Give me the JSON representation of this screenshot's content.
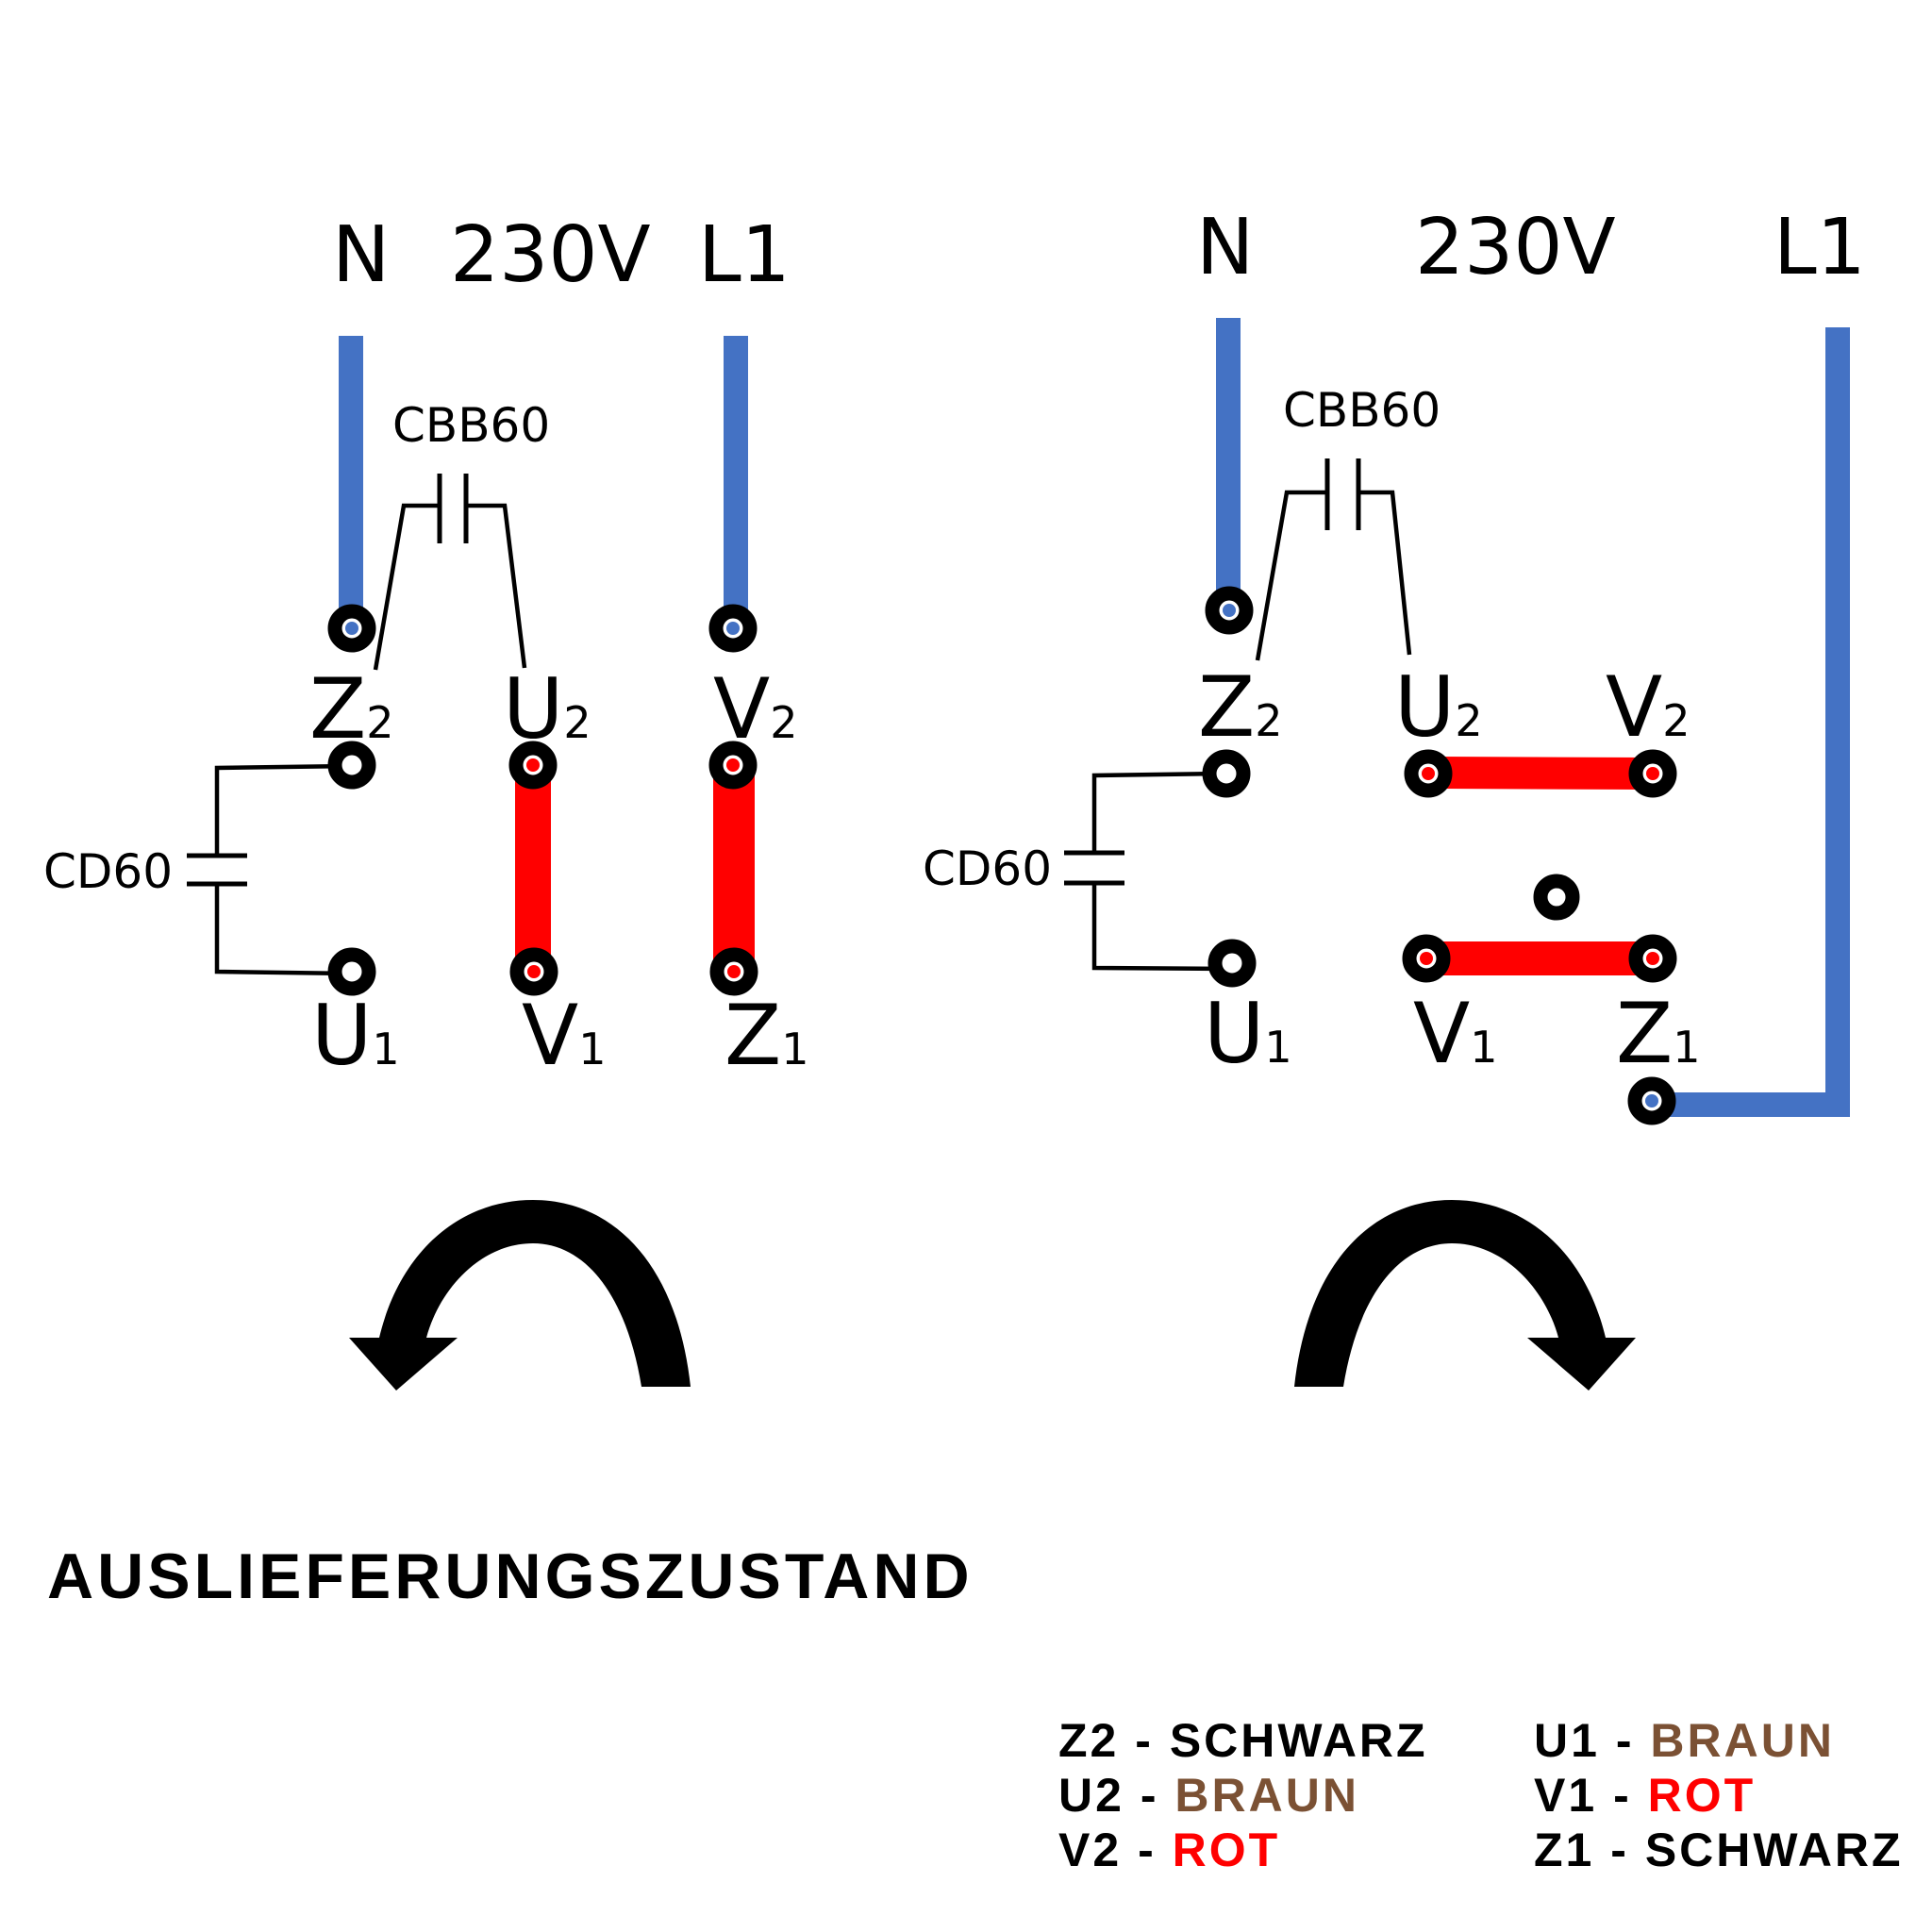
{
  "diagrams": [
    {
      "id": "left",
      "supply": {
        "neutral": "N",
        "voltage": "230V",
        "line": "L1"
      },
      "run_capacitor": "CBB60",
      "start_capacitor": "CD60",
      "terminals": {
        "z2": "Z",
        "u2": "U",
        "v2": "V",
        "u1": "U",
        "v1": "V",
        "z1": "Z",
        "sub2": "2",
        "sub1": "1"
      },
      "rotation": "counterclockwise"
    },
    {
      "id": "right",
      "supply": {
        "neutral": "N",
        "voltage": "230V",
        "line": "L1"
      },
      "run_capacitor": "CBB60",
      "start_capacitor": "CD60",
      "terminals": {
        "z2": "Z",
        "u2": "U",
        "v2": "V",
        "u1": "U",
        "v1": "V",
        "z1": "Z",
        "sub2": "2",
        "sub1": "1"
      },
      "rotation": "clockwise"
    }
  ],
  "caption": "AUSLIEFERUNGSZUSTAND",
  "legend": {
    "col1": [
      {
        "code": "Z2",
        "sep": "-",
        "color_name": "SCHWARZ",
        "color": "#000000"
      },
      {
        "code": "U2",
        "sep": "-",
        "color_name": "BRAUN",
        "color": "#7b5134"
      },
      {
        "code": "V2",
        "sep": "-",
        "color_name": "ROT",
        "color": "#ff0000"
      }
    ],
    "col2": [
      {
        "code": "U1",
        "sep": "-",
        "color_name": "BRAUN",
        "color": "#7b5134"
      },
      {
        "code": "V1",
        "sep": "-",
        "color_name": "ROT",
        "color": "#ff0000"
      },
      {
        "code": "Z1",
        "sep": "-",
        "color_name": "SCHWARZ",
        "color": "#000000"
      }
    ]
  },
  "colors": {
    "supply_wire": "#4472c4",
    "jumper": "#ff0000",
    "brown": "#7b5134"
  }
}
